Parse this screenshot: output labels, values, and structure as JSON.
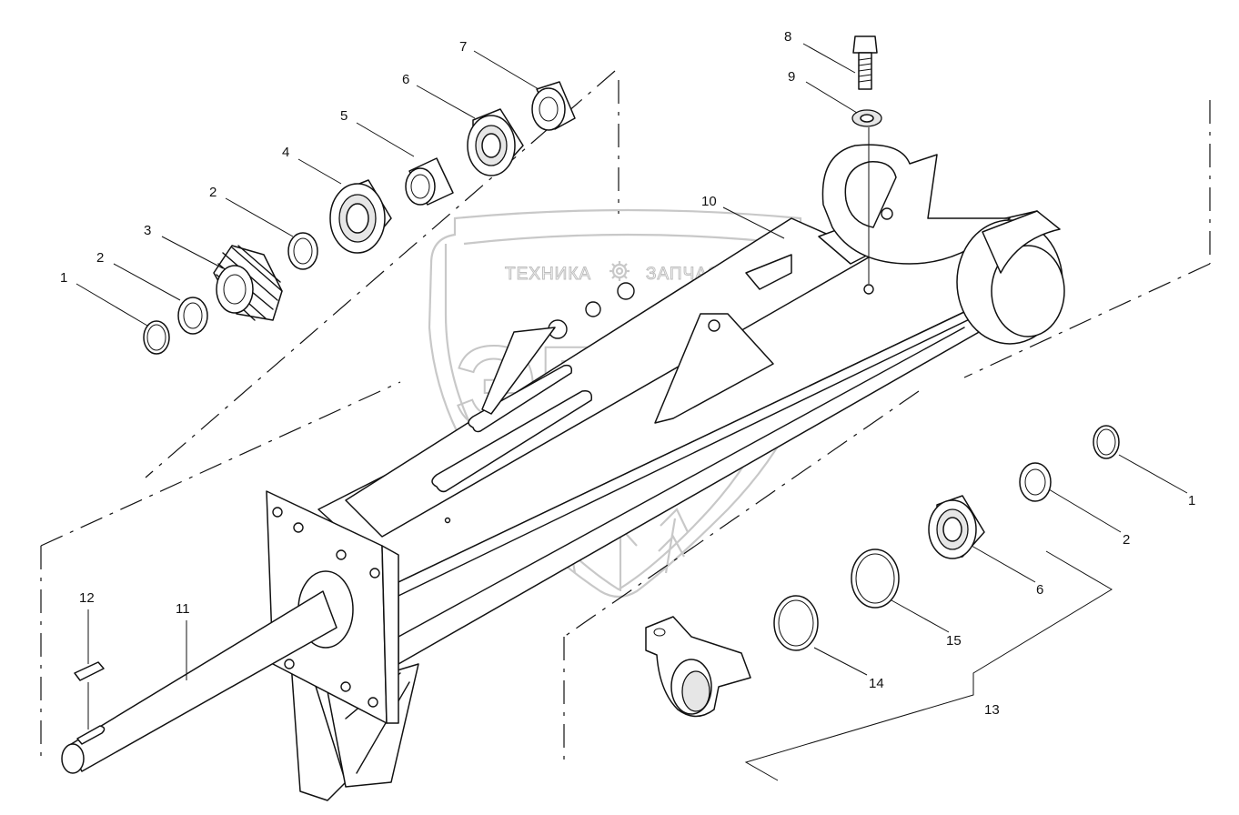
{
  "watermark": {
    "left_word": "ТЕХНИКА",
    "right_word": "ЗАПЧАСТИ",
    "logo": "ЭПФ",
    "gear_icon": "gear-icon"
  },
  "callouts": [
    {
      "id": "c1a",
      "text": "1"
    },
    {
      "id": "c2a",
      "text": "2"
    },
    {
      "id": "c3",
      "text": "3"
    },
    {
      "id": "c2b",
      "text": "2"
    },
    {
      "id": "c4",
      "text": "4"
    },
    {
      "id": "c5",
      "text": "5"
    },
    {
      "id": "c6a",
      "text": "6"
    },
    {
      "id": "c7",
      "text": "7"
    },
    {
      "id": "c8",
      "text": "8"
    },
    {
      "id": "c9",
      "text": "9"
    },
    {
      "id": "c10",
      "text": "10"
    },
    {
      "id": "c11",
      "text": "11"
    },
    {
      "id": "c12",
      "text": "12"
    },
    {
      "id": "c1b",
      "text": "1"
    },
    {
      "id": "c2c",
      "text": "2"
    },
    {
      "id": "c6b",
      "text": "6"
    },
    {
      "id": "c15",
      "text": "15"
    },
    {
      "id": "c14",
      "text": "14"
    },
    {
      "id": "c13",
      "text": "13"
    }
  ]
}
